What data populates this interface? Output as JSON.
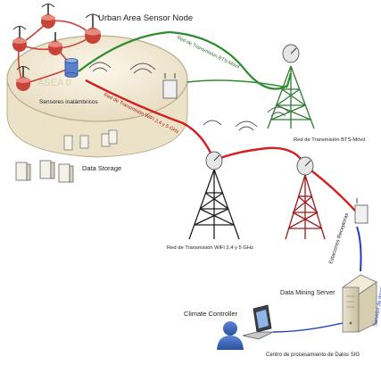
{
  "title": "Urban Area Sensor Node",
  "labels": {
    "wireless_sensors": "Sensores inalámbricos",
    "data_storage": "Data Storage",
    "bts_link": "Red de Transmisión BTS-Móvil",
    "bts_tower": "Red de Transmisión BTS-Móvil",
    "wifi_link": "Red de Transmisión WiFi 2,4 y 5 GHz",
    "wifi_tower": "Red de Transmisión WiFi 2,4 y 5 GHz",
    "receiving_stations": "Estaciones Receptoras",
    "data_mining_server": "Data Mining Server",
    "disk_server": "Servidor de discos",
    "climate_controller": "Climate Controller",
    "processing_center": "Centro de procesamiento de Datos SIG",
    "watermark": "ASEA 0"
  },
  "colors": {
    "green_link": "#2e8b2e",
    "red_link": "#d42020",
    "blue_link": "#1f3fbf",
    "tower_black": "#1e1e1e",
    "tower_green": "#2f7a32",
    "tower_red": "#9b1a1a",
    "platform_fill": "#f3ecd8",
    "sensor_red": "#c8433a"
  }
}
